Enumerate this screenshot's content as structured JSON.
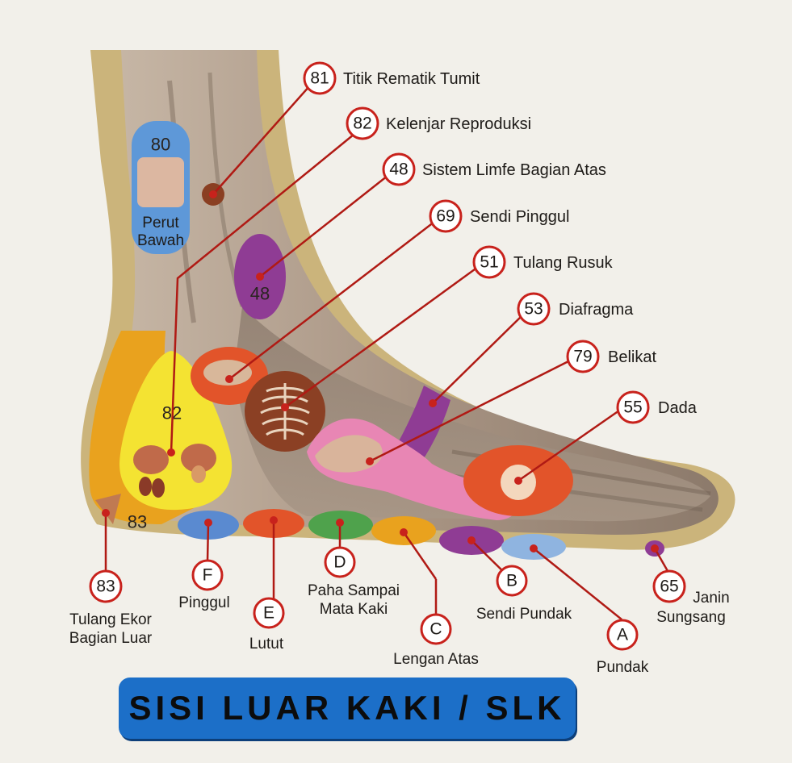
{
  "title": "SISI LUAR KAKI / SLK",
  "zones": {
    "z80": {
      "num": "80",
      "label_line1": "Perut",
      "label_line2": "Bawah"
    },
    "z48": {
      "num": "48"
    },
    "z82": {
      "num": "82"
    },
    "z83": {
      "num": "83"
    }
  },
  "points": [
    {
      "num": "81",
      "label": "Titik Rematik Tumit"
    },
    {
      "num": "82",
      "label": "Kelenjar Reproduksi"
    },
    {
      "num": "48",
      "label": "Sistem Limfe Bagian Atas"
    },
    {
      "num": "69",
      "label": "Sendi Pinggul"
    },
    {
      "num": "51",
      "label": "Tulang Rusuk"
    },
    {
      "num": "53",
      "label": "Diafragma"
    },
    {
      "num": "79",
      "label": "Belikat"
    },
    {
      "num": "55",
      "label": "Dada"
    }
  ],
  "bottom_points": {
    "p83": {
      "num": "83",
      "line1": "Tulang Ekor",
      "line2": "Bagian Luar"
    },
    "pF": {
      "num": "F",
      "line1": "Pinggul"
    },
    "pE": {
      "num": "E",
      "line1": "Lutut"
    },
    "pD": {
      "num": "D",
      "line1": "Paha Sampai",
      "line2": "Mata Kaki"
    },
    "pC": {
      "num": "C",
      "line1": "Lengan Atas"
    },
    "pB": {
      "num": "B",
      "line1": "Sendi Pundak"
    },
    "pA": {
      "num": "A",
      "line1": "Pundak"
    },
    "p65": {
      "num": "65",
      "line1": "Janin",
      "line2": "Sungsang"
    }
  },
  "colors": {
    "marker_ring": "#c8221c",
    "leader": "#b01a14",
    "banner": "#1c6fc8",
    "skin_outline": "#c9b27a",
    "foot": "#8a7868",
    "yellow_zone": "#f4e332",
    "orange_zone": "#e9a21e",
    "purple_zone": "#8f3c94",
    "blue_zone": "#6f9ad8",
    "pink_zone": "#e886b4",
    "red_zone": "#e2542a"
  }
}
